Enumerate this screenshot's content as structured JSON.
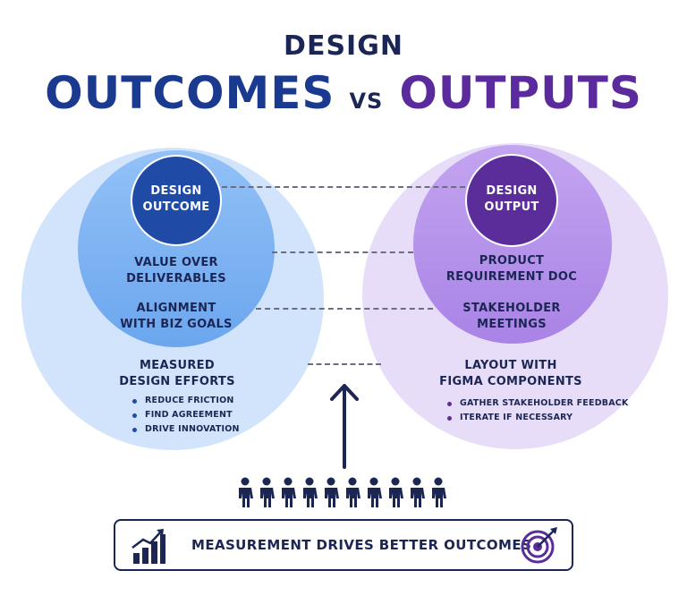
{
  "title": {
    "line1": "DESIGN",
    "outcomes": "OUTCOMES",
    "vs": "VS",
    "outputs": "OUTPUTS"
  },
  "left": {
    "core": [
      "DESIGN",
      "OUTCOME"
    ],
    "item1": [
      "VALUE OVER",
      "DELIVERABLES"
    ],
    "item2": [
      "ALIGNMENT",
      "WITH BIZ GOALS"
    ],
    "item3": [
      "MEASURED",
      "DESIGN EFFORTS"
    ],
    "bullets": [
      "REDUCE FRICTION",
      "FIND AGREEMENT",
      "DRIVE INNOVATION"
    ]
  },
  "right": {
    "core": [
      "DESIGN",
      "OUTPUT"
    ],
    "item1": [
      "PRODUCT",
      "REQUIREMENT DOC"
    ],
    "item2": [
      "STAKEHOLDER",
      "MEETINGS"
    ],
    "item3": [
      "LAYOUT WITH",
      "FIGMA COMPONENTS"
    ],
    "bullets": [
      "GATHER STAKEHOLDER FEEDBACK",
      "ITERATE IF NECESSARY"
    ]
  },
  "footer": {
    "text": "MEASUREMENT DRIVES BETTER OUTCOMES",
    "left_icon": "bar-chart-growth-icon",
    "right_icon": "target-arrow-icon"
  },
  "people_icon": "person-icon",
  "colors": {
    "navy": "#1c2654",
    "blue_outer": "#cfe2fb",
    "blue_mid": "#7bb3f2",
    "blue_core": "#1f4aa6",
    "purple_outer": "#e7dcf8",
    "purple_mid": "#b592ea",
    "purple_core": "#5a2d9a",
    "dash": "#6b6e80"
  }
}
